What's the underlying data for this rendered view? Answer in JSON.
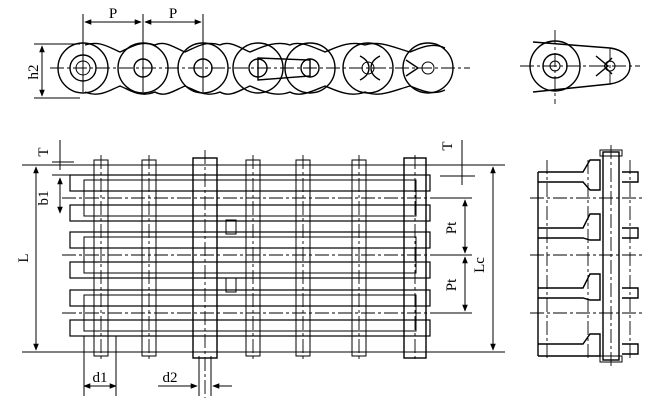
{
  "labels": {
    "pitch_1": "P",
    "pitch_2": "P",
    "plate_height": "h2",
    "plate_thickness_left": "T",
    "plate_thickness_right": "T",
    "inner_width": "b1",
    "overall_length": "L",
    "transverse_pitch_1": "Pt",
    "transverse_pitch_2": "Pt",
    "pin_length": "Lc",
    "roller_diameter": "d1",
    "pin_diameter": "d2"
  },
  "colors": {
    "line": "#000000",
    "background": "#ffffff"
  },
  "icons": {
    "spring_clip": "spring-clip-icon",
    "cotter_pin": "cotter-pin-icon"
  }
}
